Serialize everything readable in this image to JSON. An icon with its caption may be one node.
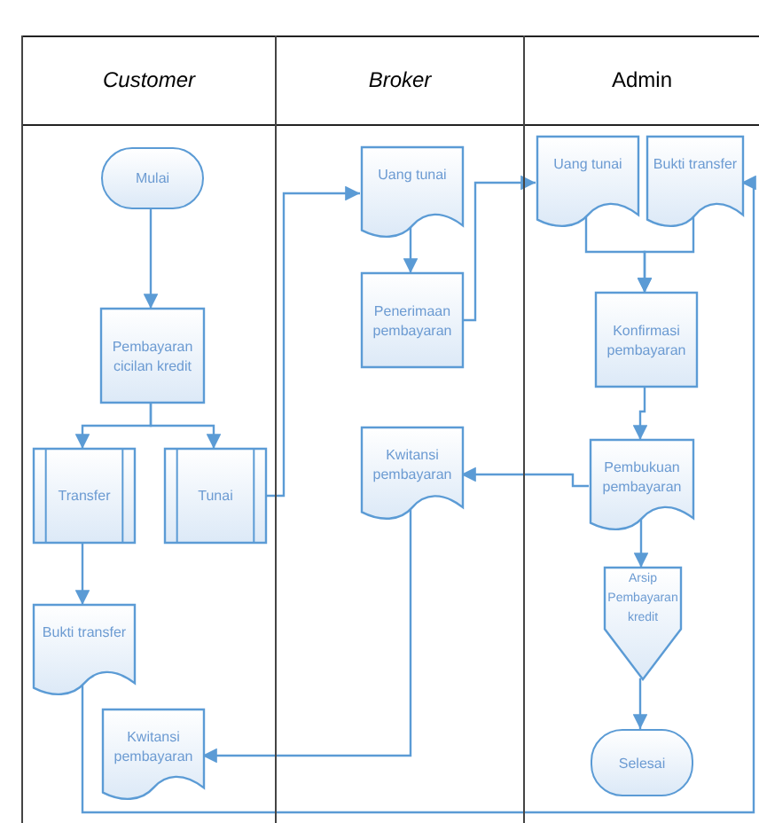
{
  "diagram": {
    "nodes": [
      {
        "text": [
          "Customer"
        ]
      },
      {
        "text": [
          "Broker"
        ]
      },
      {
        "text": [
          "Admin"
        ]
      },
      {
        "text": [
          "Mulai"
        ],
        "in": 0
      },
      {
        "text": [
          "Pembayaran cicilan kredit"
        ],
        "in": 0
      },
      {
        "text": [
          "Transfer"
        ],
        "in": 0
      },
      {
        "text": [
          "Tunai"
        ],
        "in": 0
      },
      {
        "text": [
          "Bukti transfer"
        ],
        "in": 0
      },
      {
        "text": [
          "Kwitansi pembayaran"
        ],
        "in": 0
      },
      {
        "text": [
          "Uang tunai"
        ],
        "in": 1
      },
      {
        "text": [
          "Penerimaan pembayaran"
        ],
        "in": 1
      },
      {
        "text": [
          "Kwitansi pembayaran"
        ],
        "in": 1
      },
      {
        "text": [
          "Uang tunai"
        ],
        "in": 2
      },
      {
        "text": [
          "Bukti transfer"
        ],
        "in": 2
      },
      {
        "text": [
          "Konfirmasi pembayaran"
        ],
        "in": 2
      },
      {
        "text": [
          "Pembukuan pembayaran"
        ],
        "in": 2
      },
      {
        "text": [
          "Arsip Pembayaran kredit"
        ],
        "in": 2
      },
      {
        "text": [
          "Selesai"
        ],
        "in": 2
      }
    ],
    "edges": [
      {
        "from": 3,
        "to": 4,
        "arrow": "to"
      },
      {
        "from": 4,
        "to": 5,
        "arrow": "to"
      },
      {
        "from": 4,
        "to": 6,
        "arrow": "to"
      },
      {
        "from": 5,
        "to": 7,
        "arrow": "to"
      },
      {
        "from": 6,
        "to": 9,
        "arrow": "to"
      },
      {
        "from": 9,
        "to": 10,
        "arrow": "to"
      },
      {
        "from": 10,
        "to": 12,
        "arrow": "to"
      },
      {
        "from": 7,
        "to": 13,
        "arrow": "to"
      },
      {
        "from": 12,
        "to": 14,
        "arrow": "to"
      },
      {
        "from": 13,
        "to": 14,
        "arrow": "to"
      },
      {
        "from": 14,
        "to": 15,
        "arrow": "to"
      },
      {
        "from": 15,
        "to": 11,
        "arrow": "to"
      },
      {
        "from": 11,
        "to": 8,
        "arrow": "to"
      },
      {
        "from": 15,
        "to": 16,
        "arrow": "to"
      },
      {
        "from": 16,
        "to": 17,
        "arrow": "to"
      }
    ]
  }
}
